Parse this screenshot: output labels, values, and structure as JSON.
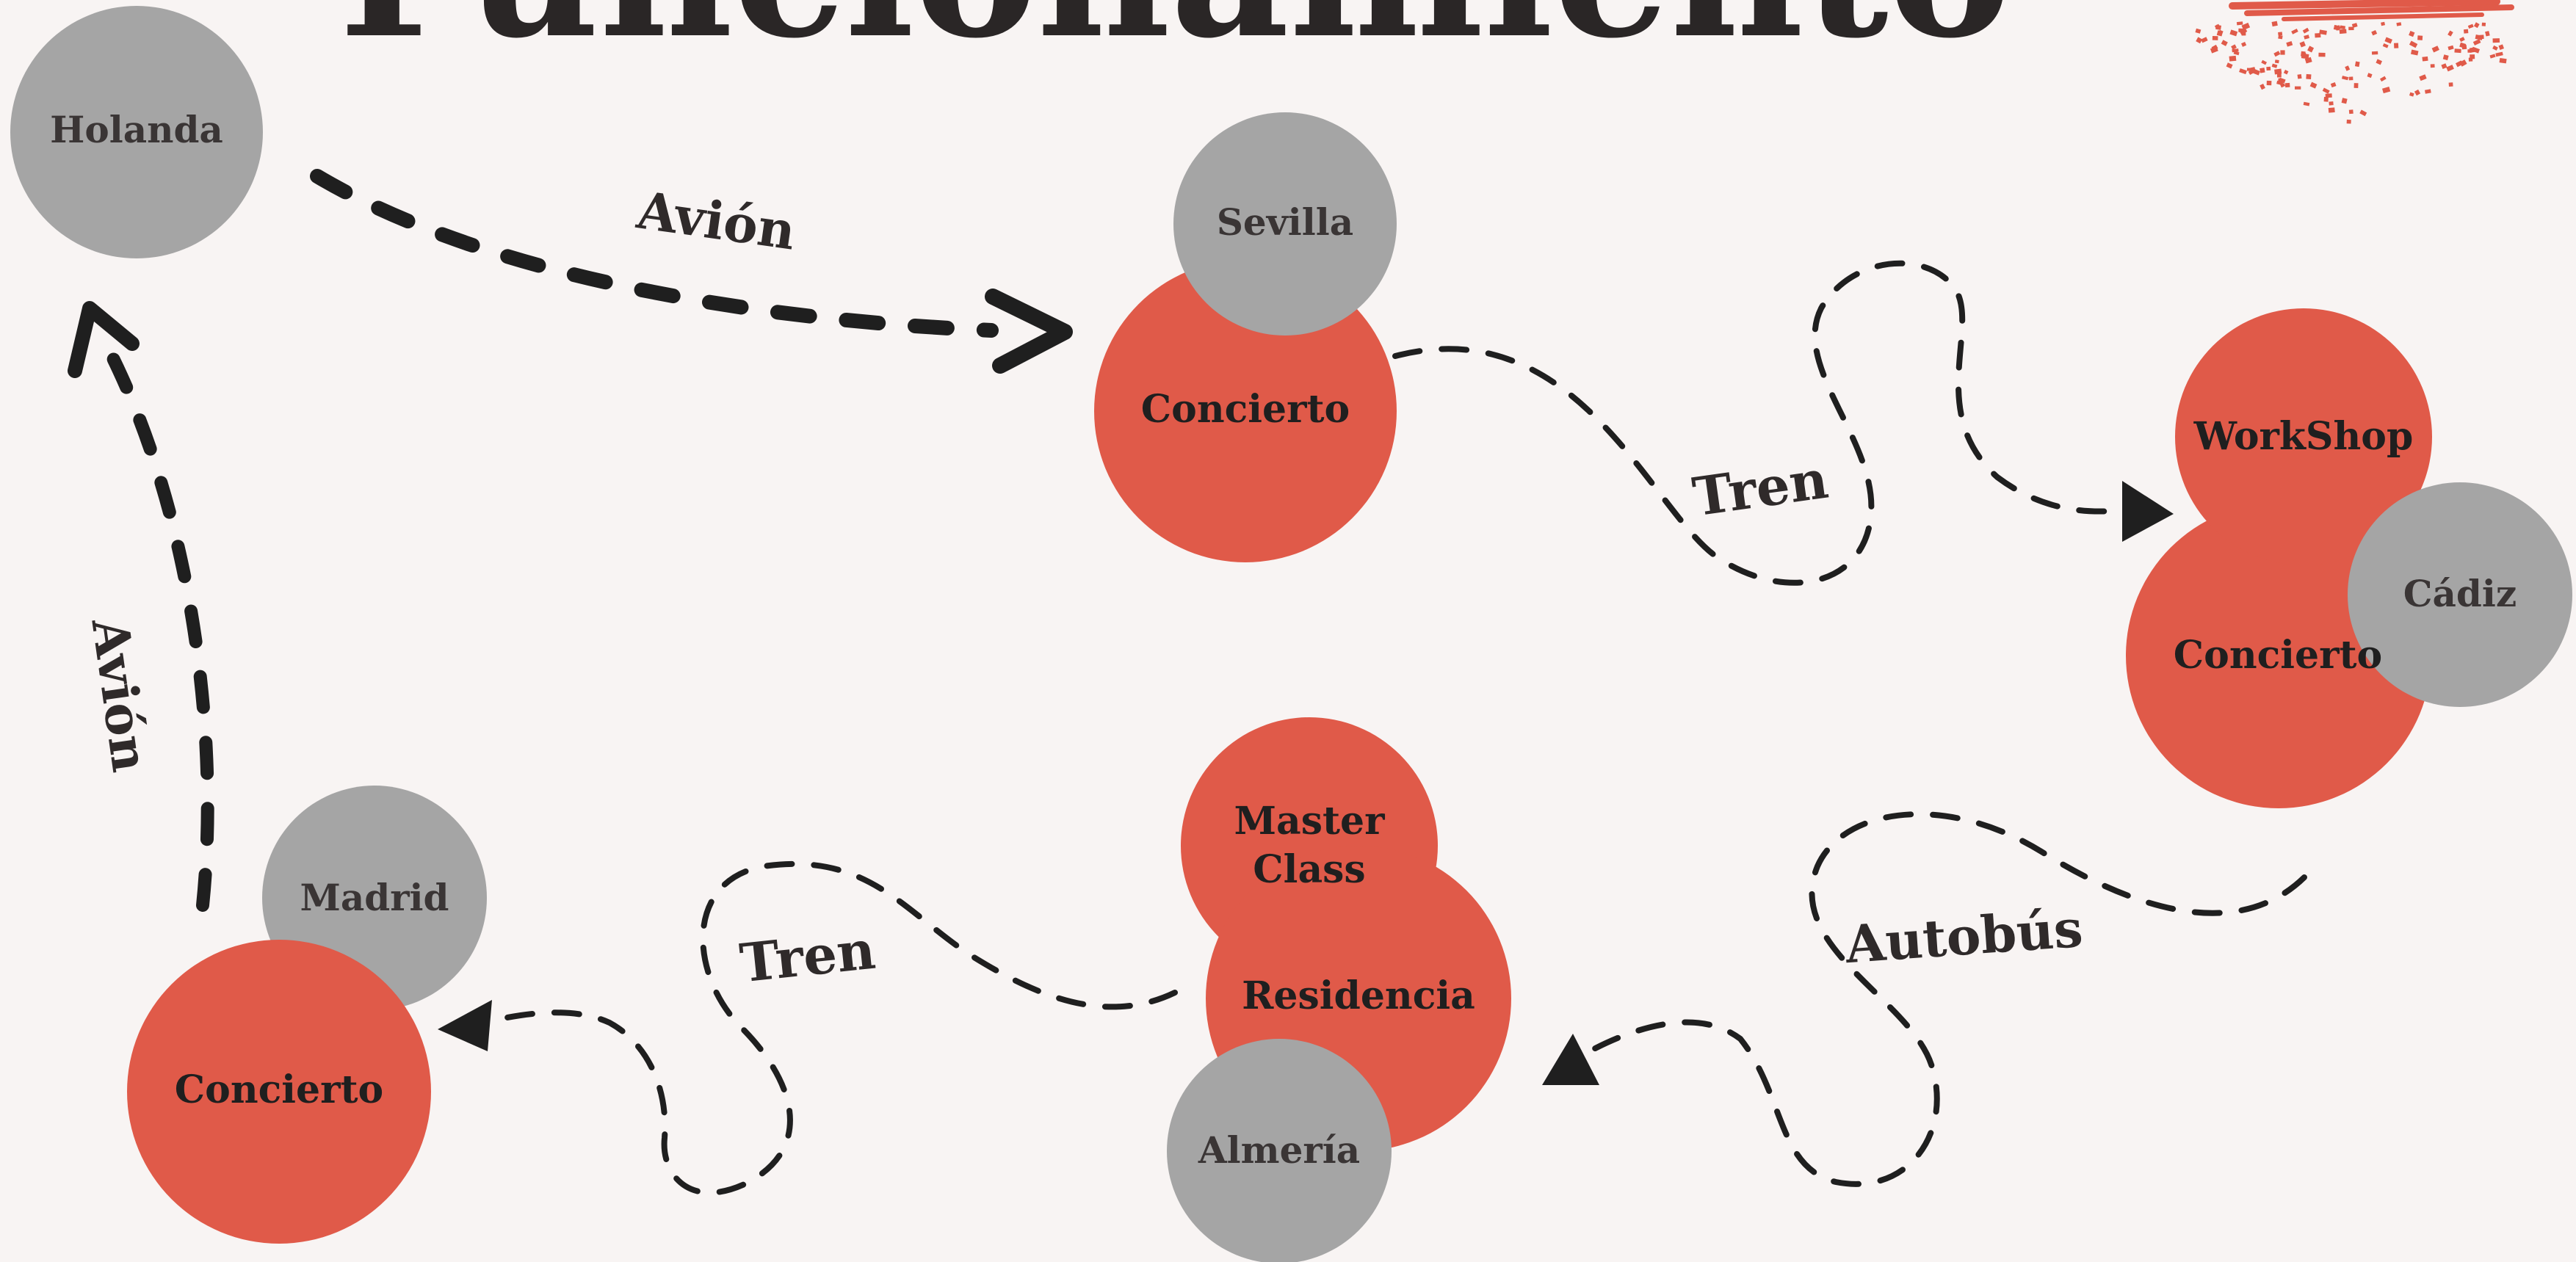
{
  "title": "Funcionamiento",
  "colors": {
    "background": "#f8f4f3",
    "accent": "#e05a49",
    "city": "#a5a5a5",
    "ink": "#1f1f1f",
    "city_text": "#3a3535"
  },
  "cities": {
    "holanda": "Holanda",
    "sevilla": "Sevilla",
    "cadiz": "Cádiz",
    "almeria": "Almería",
    "madrid": "Madrid"
  },
  "events": {
    "sevilla_concierto": "Concierto",
    "cadiz_workshop": "WorkShop",
    "cadiz_concierto": "Concierto",
    "almeria_masterclass_line1": "Master",
    "almeria_masterclass_line2": "Class",
    "almeria_residencia": "Residencia",
    "madrid_concierto": "Concierto"
  },
  "routes": {
    "holanda_sevilla": "Avión",
    "sevilla_cadiz": "Tren",
    "cadiz_almeria": "Autobús",
    "almeria_madrid": "Tren",
    "madrid_holanda": "Avión"
  },
  "decoration_icon": "red-dotted-brush-icon"
}
